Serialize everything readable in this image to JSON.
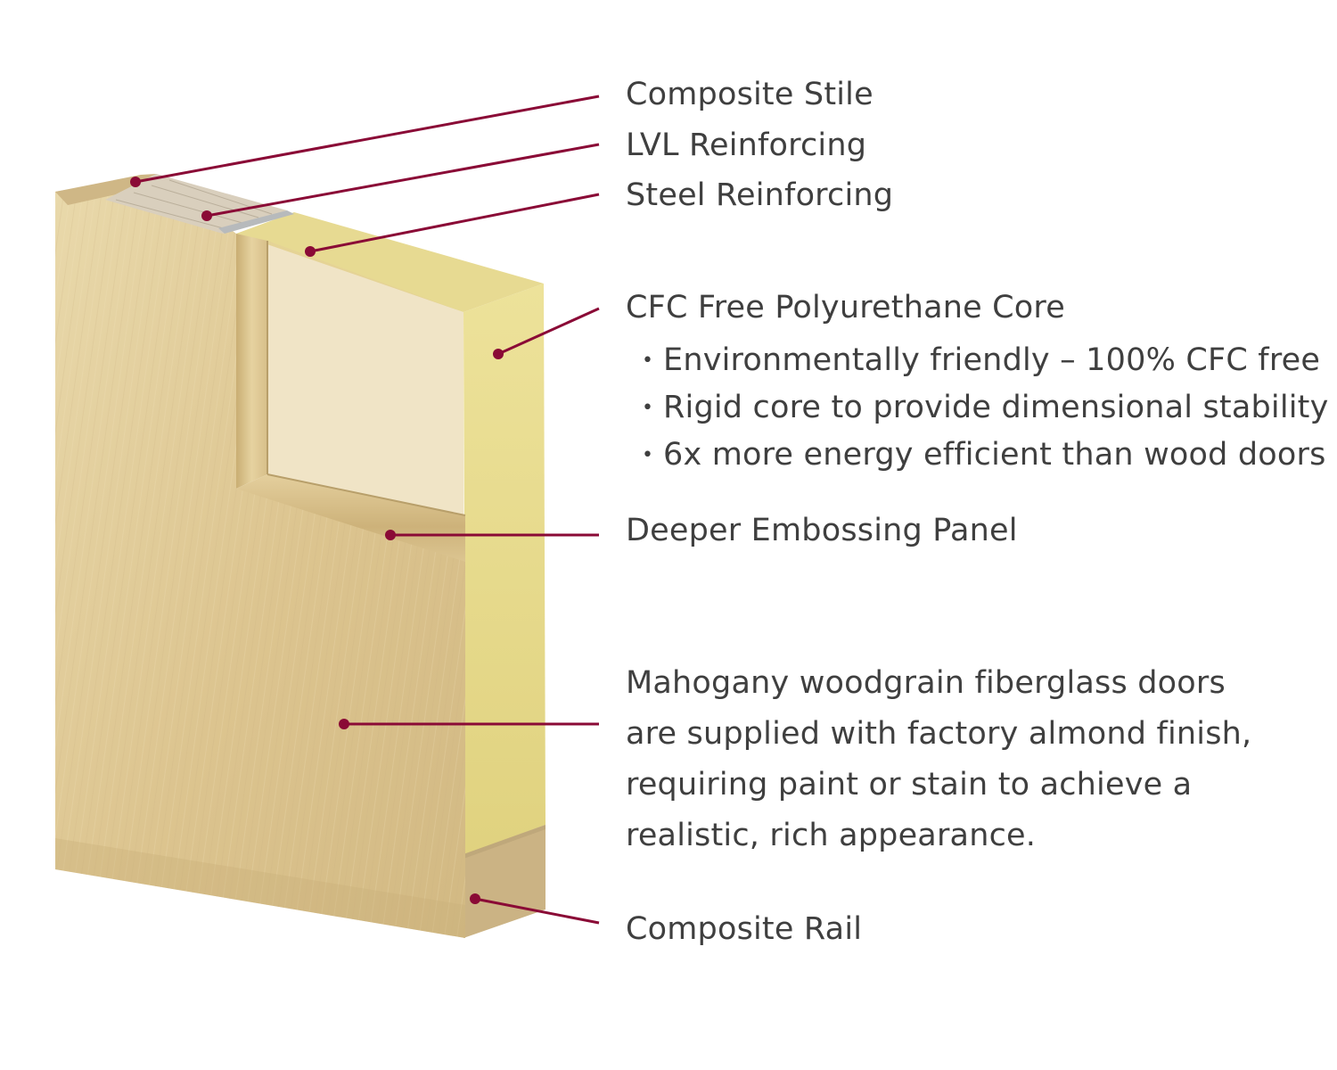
{
  "colors": {
    "leader_line": "#8a0a36",
    "text": "#3f3f3f",
    "door_face": "#ddc690",
    "door_face_light": "#e7d5a6",
    "foam_core": "#e5d88a",
    "rail": "#cdb68a",
    "lvl": "#d8cfbf",
    "steel": "#b9bcbe",
    "background": "#ffffff"
  },
  "callouts": {
    "composite_stile": "Composite Stile",
    "lvl_reinforcing": "LVL Reinforcing",
    "steel_reinforcing": "Steel Reinforcing",
    "core": {
      "title": "CFC Free Polyurethane Core",
      "bullet_glyph": "•",
      "bullets": [
        "Environmentally friendly – 100% CFC free",
        "Rigid core to provide dimensional stability",
        "6x more energy efficient than wood doors"
      ]
    },
    "embossing_panel": "Deeper Embossing Panel",
    "finish_note": {
      "lines": [
        "Mahogany woodgrain fiberglass doors",
        "are supplied with factory almond finish,",
        "requiring paint or stain to achieve a",
        "realistic, rich appearance."
      ]
    },
    "composite_rail": "Composite Rail"
  }
}
